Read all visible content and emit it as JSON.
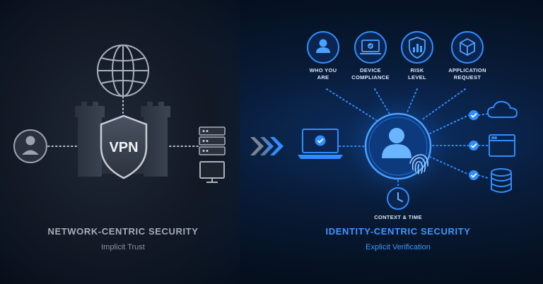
{
  "network": {
    "vpn_label": "VPN",
    "title": "NETWORK-CENTRIC SECURITY",
    "subtitle": "Implicit Trust"
  },
  "identity": {
    "title": "IDENTITY-CENTRIC SECURITY",
    "subtitle": "Explicit Verification",
    "factors": [
      {
        "label": "WHO YOU\nARE"
      },
      {
        "label": "DEVICE\nCOMPLIANCE"
      },
      {
        "label": "RISK\nLEVEL"
      },
      {
        "label": "APPLICATION\nREQUEST"
      }
    ],
    "context_label": "CONTEXT & TIME"
  },
  "colors": {
    "accent": "#2f8dff",
    "grey": "#8c95a3"
  }
}
